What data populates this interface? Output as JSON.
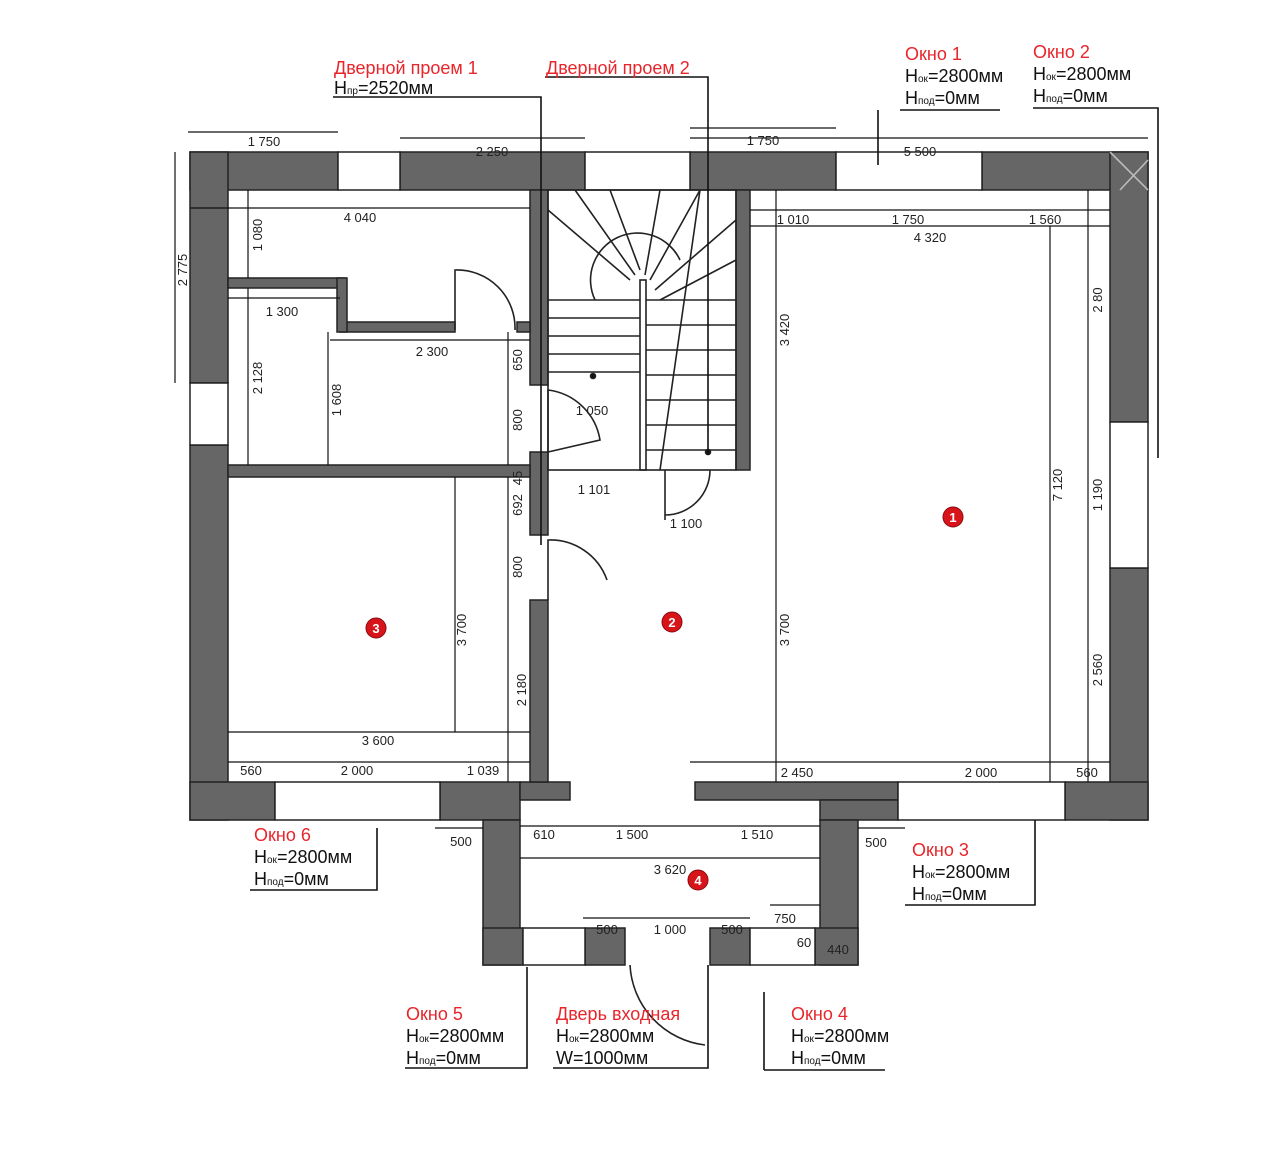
{
  "callouts": {
    "door1": {
      "title": "Дверной проем 1",
      "l1": {
        "h": "H",
        "sub": "пр",
        "val": "=2520мм"
      }
    },
    "door2": {
      "title": "Дверной проем 2"
    },
    "win1": {
      "title": "Окно 1",
      "l1": {
        "h": "H",
        "sub": "ок",
        "val": "=2800мм"
      },
      "l2": {
        "h": "H",
        "sub": "под",
        "val": "=0мм"
      }
    },
    "win2": {
      "title": "Окно 2",
      "l1": {
        "h": "H",
        "sub": "ок",
        "val": "=2800мм"
      },
      "l2": {
        "h": "H",
        "sub": "под",
        "val": "=0мм"
      }
    },
    "win3": {
      "title": "Окно 3",
      "l1": {
        "h": "H",
        "sub": "ок",
        "val": "=2800мм"
      },
      "l2": {
        "h": "H",
        "sub": "под",
        "val": "=0мм"
      }
    },
    "win4": {
      "title": "Окно 4",
      "l1": {
        "h": "H",
        "sub": "ок",
        "val": "=2800мм"
      },
      "l2": {
        "h": "H",
        "sub": "под",
        "val": "=0мм"
      }
    },
    "win5": {
      "title": "Окно 5",
      "l1": {
        "h": "H",
        "sub": "ок",
        "val": "=2800мм"
      },
      "l2": {
        "h": "H",
        "sub": "под",
        "val": "=0мм"
      }
    },
    "win6": {
      "title": "Окно 6",
      "l1": {
        "h": "H",
        "sub": "ок",
        "val": "=2800мм"
      },
      "l2": {
        "h": "H",
        "sub": "под",
        "val": "=0мм"
      }
    },
    "entry": {
      "title": "Дверь входная",
      "l1": {
        "h": "H",
        "sub": "ок",
        "val": "=2800мм"
      },
      "l2": {
        "h": "W",
        "sub": "",
        "val": "=1000мм"
      }
    }
  },
  "rooms": [
    "1",
    "2",
    "3",
    "4"
  ],
  "dims": [
    "1 750",
    "2 250",
    "1 750",
    "5 500",
    "4 040",
    "1 010",
    "1 750",
    "1 560",
    "4 320",
    "2 775",
    "1 080",
    "2 128",
    "1 608",
    "650",
    "800",
    "692",
    "45",
    "800",
    "2 180",
    "3 700",
    "3 420",
    "3 700",
    "7 120",
    "2 80",
    "1 190",
    "2 560",
    "1 300",
    "2 300",
    "1 050",
    "1 101",
    "1 100",
    "3 600",
    "560",
    "2 000",
    "1 039",
    "2 450",
    "2 000",
    "560",
    "500",
    "610",
    "1 500",
    "1 510",
    "500",
    "3 620",
    "500",
    "1 000",
    "500",
    "750",
    "60",
    "440"
  ],
  "colors": {
    "wall": "#666666",
    "accent": "#e8252b",
    "marker": "#d8141b"
  }
}
